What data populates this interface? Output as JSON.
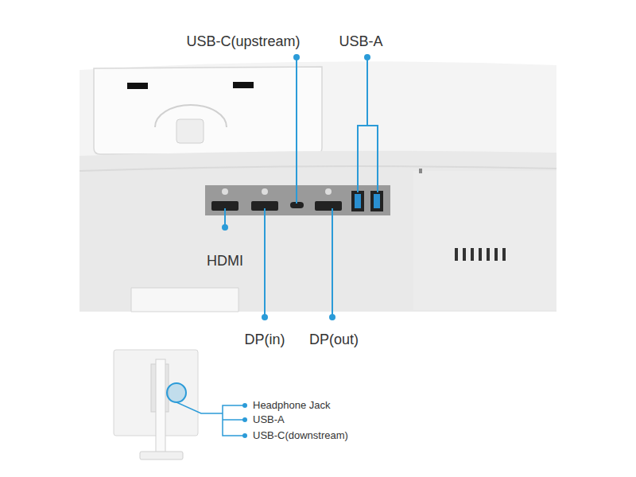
{
  "diagram": {
    "labels": [
      "USB-C(upstream)",
      "USB-A",
      "HDMI",
      "DP(in)",
      "DP(out)",
      "Headphone Jack",
      "USB-A",
      "USB-C(downstream)"
    ]
  }
}
